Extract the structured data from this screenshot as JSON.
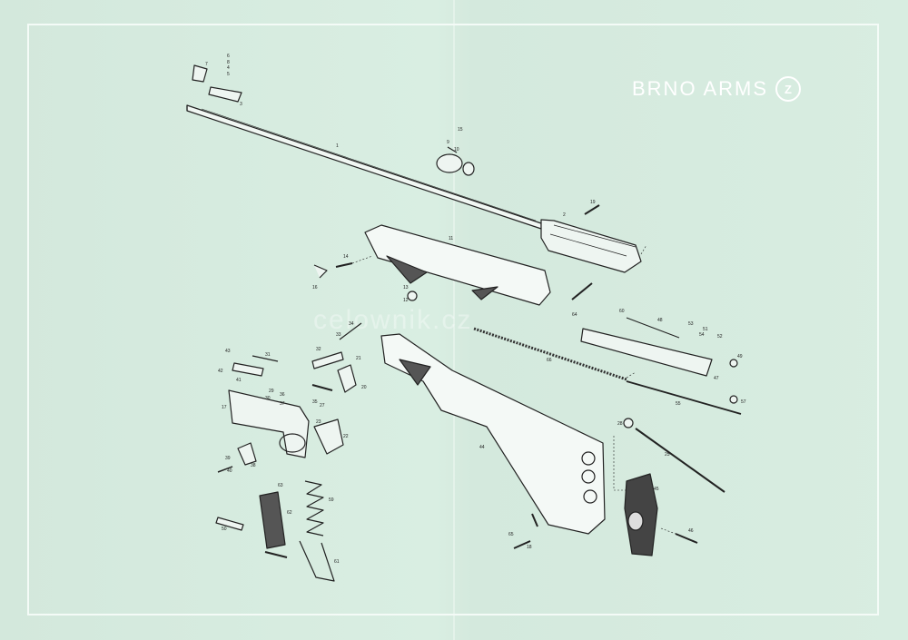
{
  "brand": {
    "name": "BRNO ARMS",
    "logo_letter": "Z"
  },
  "watermark": "celownik.cz",
  "part_labels": [
    "1",
    "2",
    "3",
    "4",
    "5",
    "6",
    "7",
    "8",
    "9",
    "10",
    "11",
    "12",
    "13",
    "14",
    "15",
    "16",
    "17",
    "18",
    "19",
    "20",
    "21",
    "22",
    "23",
    "25",
    "27",
    "28",
    "29",
    "30",
    "31",
    "32",
    "33",
    "34",
    "35",
    "36",
    "37",
    "38",
    "39",
    "40",
    "41",
    "42",
    "43",
    "44",
    "45",
    "46",
    "47",
    "48",
    "49",
    "50",
    "51",
    "52",
    "53",
    "54",
    "55",
    "57",
    "59",
    "60",
    "61",
    "62",
    "63",
    "64",
    "65",
    "66"
  ]
}
